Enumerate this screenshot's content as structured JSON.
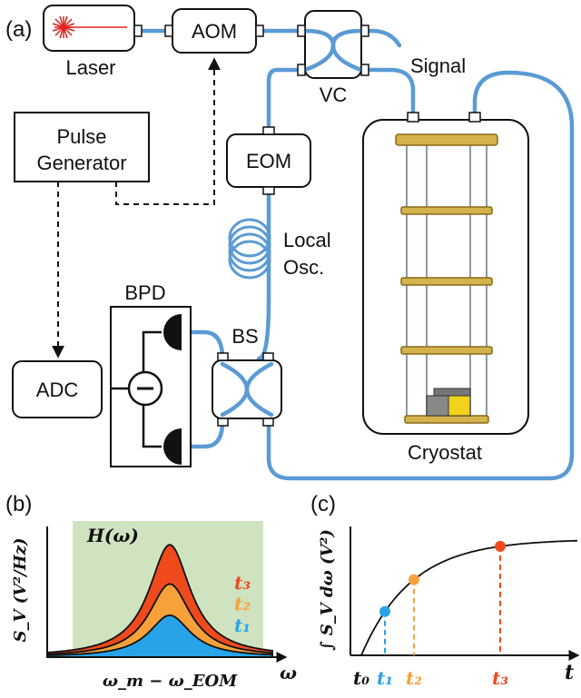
{
  "colors": {
    "fiber": "#5b9bd5",
    "laser": "#e02020",
    "cryo_plate": "#d4b24c",
    "band": "#cfe3c0",
    "t1": "#29a3e8",
    "t2": "#f7a13a",
    "t3": "#ee4a1c"
  },
  "panel_a": {
    "label": "(a)",
    "laser": "Laser",
    "aom": "AOM",
    "vc": "VC",
    "signal": "Signal",
    "pulse_gen_line1": "Pulse",
    "pulse_gen_line2": "Generator",
    "eom": "EOM",
    "local_line1": "Local",
    "local_line2": "Osc.",
    "bpd": "BPD",
    "bs": "BS",
    "adc": "ADC",
    "cryostat": "Cryostat"
  },
  "panel_b": {
    "label": "(b)",
    "band_label": "H(ω)",
    "ylabel": "S_V (V²/Hz)",
    "xlabel_center": "ω_m − ω_EOM",
    "xlabel_end": "ω",
    "legend": [
      "t₃",
      "t₂",
      "t₁"
    ]
  },
  "panel_c": {
    "label": "(c)",
    "ylabel": "∫ S_V dω (V²)",
    "xlabel_end": "t",
    "ticks": [
      "t₀",
      "t₁",
      "t₂",
      "t₃"
    ]
  },
  "chart_data": [
    {
      "type": "area",
      "panel": "b",
      "series": [
        {
          "name": "t₁",
          "values": [
            0.32
          ]
        },
        {
          "name": "t₂",
          "values": [
            0.56
          ]
        },
        {
          "name": "t₃",
          "values": [
            0.86
          ]
        }
      ],
      "grid": false
    },
    {
      "type": "line",
      "panel": "c",
      "x": [
        1,
        2,
        3
      ],
      "y": [
        0.36,
        0.63,
        0.9
      ],
      "categories": [
        "t₁",
        "t₂",
        "t₃"
      ],
      "grid": false
    }
  ]
}
